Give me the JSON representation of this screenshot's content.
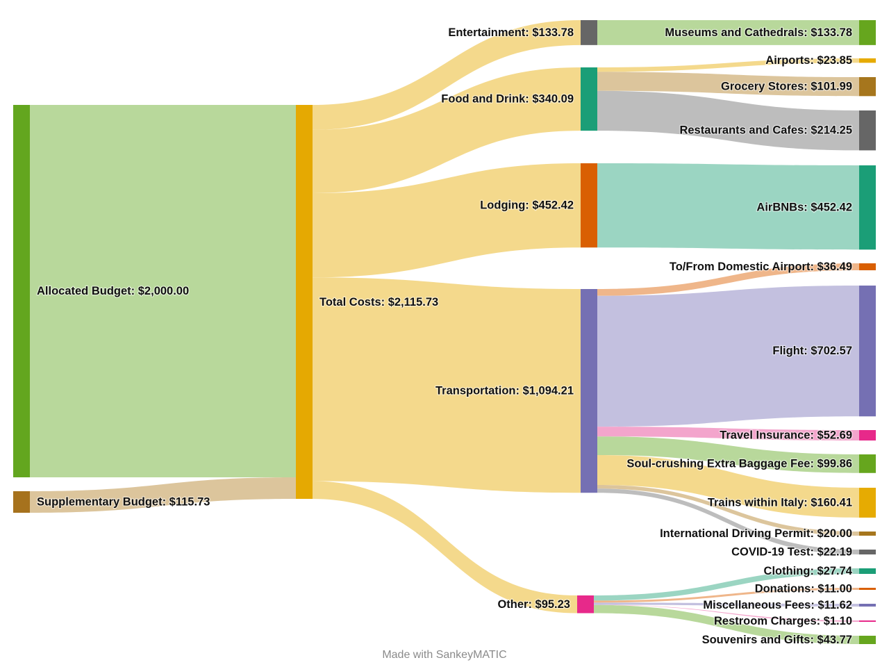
{
  "diagram": {
    "type": "sankey",
    "nodes": [
      {
        "id": "allocated",
        "label": "Allocated Budget: $2,000.00",
        "value": 2000.0,
        "color": "#63a61f"
      },
      {
        "id": "supplementary",
        "label": "Supplementary Budget: $115.73",
        "value": 115.73,
        "color": "#a6721d"
      },
      {
        "id": "total",
        "label": "Total Costs: $2,115.73",
        "value": 2115.73,
        "color": "#e5a902"
      },
      {
        "id": "entertainment",
        "label": "Entertainment: $133.78",
        "value": 133.78,
        "color": "#666666"
      },
      {
        "id": "food",
        "label": "Food and Drink: $340.09",
        "value": 340.09,
        "color": "#1b9e77"
      },
      {
        "id": "lodging",
        "label": "Lodging: $452.42",
        "value": 452.42,
        "color": "#d95f02"
      },
      {
        "id": "transportation",
        "label": "Transportation: $1,094.21",
        "value": 1094.21,
        "color": "#7570b3"
      },
      {
        "id": "other",
        "label": "Other: $95.23",
        "value": 95.23,
        "color": "#e7298a"
      },
      {
        "id": "museums",
        "label": "Museums and Cathedrals: $133.78",
        "value": 133.78,
        "color": "#66a61e"
      },
      {
        "id": "airports",
        "label": "Airports: $23.85",
        "value": 23.85,
        "color": "#e6ab02"
      },
      {
        "id": "grocery",
        "label": "Grocery Stores: $101.99",
        "value": 101.99,
        "color": "#a6761d"
      },
      {
        "id": "restaurants",
        "label": "Restaurants and Cafes: $214.25",
        "value": 214.25,
        "color": "#666666"
      },
      {
        "id": "airbnbs",
        "label": "AirBNBs: $452.42",
        "value": 452.42,
        "color": "#1b9e77"
      },
      {
        "id": "domestic_airport",
        "label": "To/From Domestic Airport: $36.49",
        "value": 36.49,
        "color": "#d95f02"
      },
      {
        "id": "flight",
        "label": "Flight: $702.57",
        "value": 702.57,
        "color": "#7570b3"
      },
      {
        "id": "insurance",
        "label": "Travel Insurance: $52.69",
        "value": 52.69,
        "color": "#e7298a"
      },
      {
        "id": "baggage",
        "label": "Soul-crushing Extra Baggage Fee: $99.86",
        "value": 99.86,
        "color": "#66a61e"
      },
      {
        "id": "trains",
        "label": "Trains within Italy: $160.41",
        "value": 160.41,
        "color": "#e6ab02"
      },
      {
        "id": "permit",
        "label": "International Driving Permit: $20.00",
        "value": 20.0,
        "color": "#a6761d"
      },
      {
        "id": "covid",
        "label": "COVID-19 Test: $22.19",
        "value": 22.19,
        "color": "#666666"
      },
      {
        "id": "clothing",
        "label": "Clothing: $27.74",
        "value": 27.74,
        "color": "#1b9e77"
      },
      {
        "id": "donations",
        "label": "Donations: $11.00",
        "value": 11.0,
        "color": "#d95f02"
      },
      {
        "id": "misc",
        "label": "Miscellaneous Fees: $11.62",
        "value": 11.62,
        "color": "#7570b3"
      },
      {
        "id": "restroom",
        "label": "Restroom Charges: $1.10",
        "value": 1.1,
        "color": "#e7298a"
      },
      {
        "id": "souvenirs",
        "label": "Souvenirs and Gifts: $43.77",
        "value": 43.77,
        "color": "#66a61e"
      }
    ],
    "links": [
      {
        "source": "allocated",
        "target": "total",
        "value": 2000.0,
        "color": "#b8d89b"
      },
      {
        "source": "supplementary",
        "target": "total",
        "value": 115.73,
        "color": "#dcc59c"
      },
      {
        "source": "total",
        "target": "entertainment",
        "value": 133.78,
        "color": "#f4d98c"
      },
      {
        "source": "total",
        "target": "food",
        "value": 340.09,
        "color": "#f4d98c"
      },
      {
        "source": "total",
        "target": "lodging",
        "value": 452.42,
        "color": "#f4d98c"
      },
      {
        "source": "total",
        "target": "transportation",
        "value": 1094.21,
        "color": "#f4d98c"
      },
      {
        "source": "total",
        "target": "other",
        "value": 95.23,
        "color": "#f4d98c"
      },
      {
        "source": "entertainment",
        "target": "museums",
        "value": 133.78,
        "color": "#b8d89b"
      },
      {
        "source": "food",
        "target": "airports",
        "value": 23.85,
        "color": "#f4d98c"
      },
      {
        "source": "food",
        "target": "grocery",
        "value": 101.99,
        "color": "#dcc59c"
      },
      {
        "source": "food",
        "target": "restaurants",
        "value": 214.25,
        "color": "#bdbdbd"
      },
      {
        "source": "lodging",
        "target": "airbnbs",
        "value": 452.42,
        "color": "#9bd5c2"
      },
      {
        "source": "transportation",
        "target": "domestic_airport",
        "value": 36.49,
        "color": "#efb68a"
      },
      {
        "source": "transportation",
        "target": "flight",
        "value": 702.57,
        "color": "#c3c0df"
      },
      {
        "source": "transportation",
        "target": "insurance",
        "value": 52.69,
        "color": "#f3a5cc"
      },
      {
        "source": "transportation",
        "target": "baggage",
        "value": 99.86,
        "color": "#b8d89b"
      },
      {
        "source": "transportation",
        "target": "trains",
        "value": 160.41,
        "color": "#f4d98c"
      },
      {
        "source": "transportation",
        "target": "permit",
        "value": 20.0,
        "color": "#dcc59c"
      },
      {
        "source": "transportation",
        "target": "covid",
        "value": 22.19,
        "color": "#bdbdbd"
      },
      {
        "source": "other",
        "target": "clothing",
        "value": 27.74,
        "color": "#9bd5c2"
      },
      {
        "source": "other",
        "target": "donations",
        "value": 11.0,
        "color": "#efb68a"
      },
      {
        "source": "other",
        "target": "misc",
        "value": 11.62,
        "color": "#c3c0df"
      },
      {
        "source": "other",
        "target": "restroom",
        "value": 1.1,
        "color": "#f3a5cc"
      },
      {
        "source": "other",
        "target": "souvenirs",
        "value": 43.77,
        "color": "#b8d89b"
      }
    ]
  },
  "footer": {
    "credit": "Made with SankeyMATIC"
  }
}
